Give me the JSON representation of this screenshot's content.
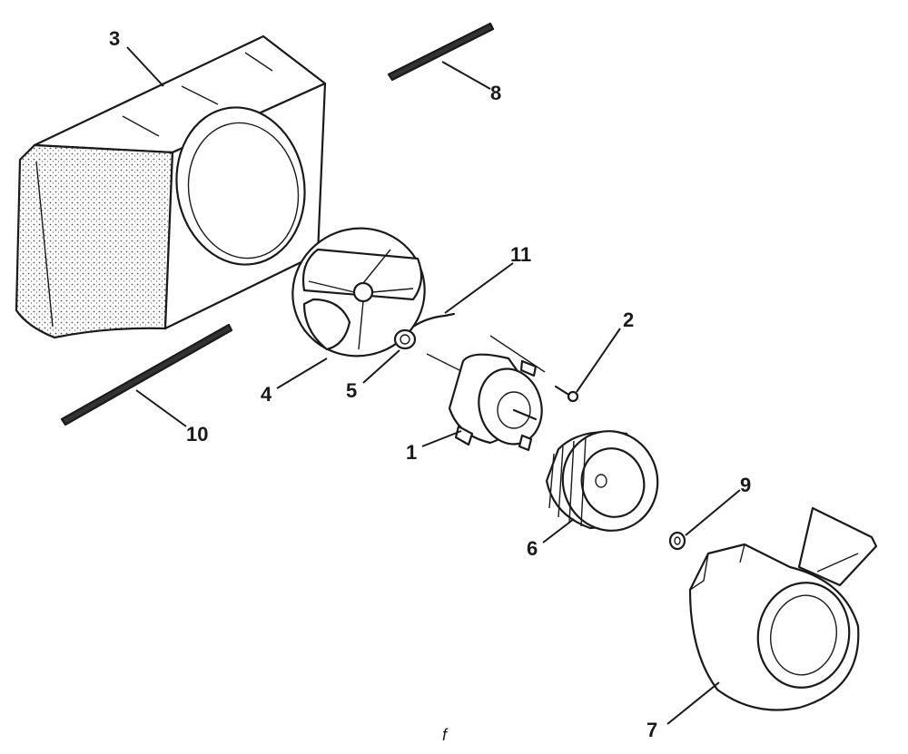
{
  "parts": [
    {
      "label": "1",
      "part": "blower-motor"
    },
    {
      "label": "2",
      "part": "screw"
    },
    {
      "label": "3",
      "part": "housing"
    },
    {
      "label": "4",
      "part": "motor-mount"
    },
    {
      "label": "5",
      "part": "grommet"
    },
    {
      "label": "6",
      "part": "blower-wheel"
    },
    {
      "label": "7",
      "part": "scroll-housing"
    },
    {
      "label": "8",
      "part": "strip-upper"
    },
    {
      "label": "9",
      "part": "clip"
    },
    {
      "label": "10",
      "part": "strip-lower"
    },
    {
      "label": "11",
      "part": "wire-clip"
    }
  ],
  "footer_mark": "f"
}
